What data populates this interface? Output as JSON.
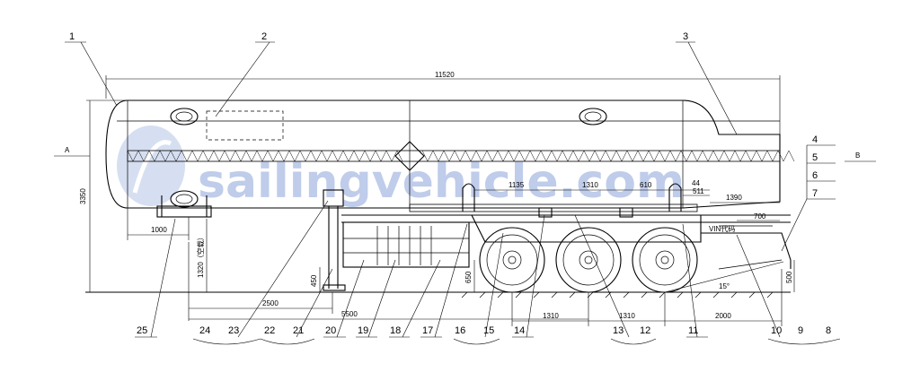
{
  "watermark": {
    "text": "sailingvehicle.com",
    "color": "#8aa3d8"
  },
  "views": {
    "a": "A",
    "b": "B"
  },
  "plate_text": "VIN代码",
  "callouts": [
    "1",
    "2",
    "3",
    "4",
    "5",
    "6",
    "7",
    "8",
    "9",
    "10",
    "11",
    "12",
    "13",
    "14",
    "15",
    "16",
    "17",
    "18",
    "19",
    "20",
    "21",
    "22",
    "23",
    "24",
    "25"
  ],
  "dimensions": {
    "overall_length": "11520",
    "height": "3350",
    "kingpin_offset": "1000",
    "landing_gear_height": "1320（空载）",
    "d2500": "2500",
    "d5500": "5500",
    "d450": "450",
    "d650": "650",
    "d1135": "1135",
    "d1310_top": "1310",
    "d610": "610",
    "d44": "44",
    "d511": "511",
    "d1390": "1390",
    "d700": "700",
    "axle1_1310": "1310",
    "axle2_1310": "1310",
    "rear_2000": "2000",
    "rear_500": "500",
    "angle": "15°"
  }
}
